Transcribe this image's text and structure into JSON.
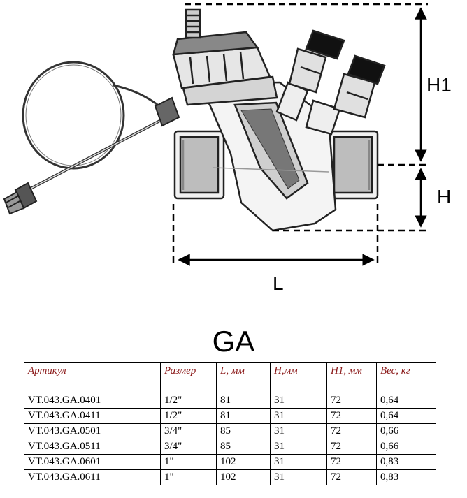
{
  "dimensions": {
    "h1": "H1",
    "h": "H",
    "l": "L"
  },
  "title": "GA",
  "table": {
    "headers": [
      "Артикул",
      "Размер",
      "L, мм",
      "H,мм",
      "H1, мм",
      "Вес, кг"
    ],
    "rows": [
      [
        "VT.043.GA.0401",
        "1/2\"",
        "81",
        "31",
        "72",
        "0,64"
      ],
      [
        "VT.043.GA.0411",
        "1/2\"",
        "81",
        "31",
        "72",
        "0,64"
      ],
      [
        "VT.043.GA.0501",
        "3/4\"",
        "85",
        "31",
        "72",
        "0,66"
      ],
      [
        "VT.043.GA.0511",
        "3/4\"",
        "85",
        "31",
        "72",
        "0,66"
      ],
      [
        "VT.043.GA.0601",
        "1\"",
        "102",
        "31",
        "72",
        "0,83"
      ],
      [
        "VT.043.GA.0611",
        "1\"",
        "102",
        "31",
        "72",
        "0,83"
      ]
    ]
  }
}
